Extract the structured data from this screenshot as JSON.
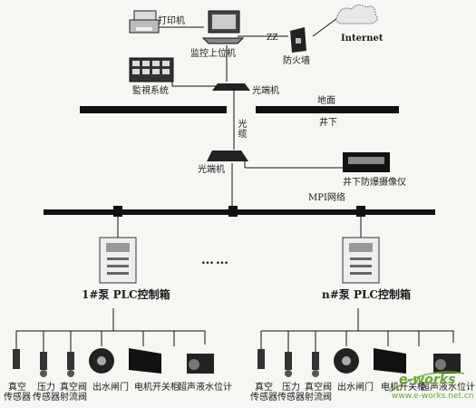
{
  "top": {
    "printer": "打印机",
    "upper_pc": "监控上位机",
    "firewall": "防火墙",
    "internet": "Internet",
    "monitor_system": "監視系统",
    "optical_top": "光端机"
  },
  "divider": {
    "ground": "地面",
    "underground": "井下",
    "fiber": "光缆"
  },
  "mid": {
    "optical_mid": "光端机",
    "detector": "井下防爆摄像仪",
    "network": "MPI网络"
  },
  "plc": {
    "box1": "1#泵 PLC控制箱",
    "boxn": "n#泵 PLC控制箱",
    "ellipsis": "……"
  },
  "devices_left": [
    "真空\n传感器",
    "压力\n传感器",
    "真空阀\n射流阀",
    "出水闸门",
    "电机开关柜",
    "超声液水位计"
  ],
  "devices_right": [
    "真空\n传感器",
    "压力\n传感器",
    "真空阀\n射流阀",
    "出水闸门",
    "电机开关柜",
    "超声液水位计"
  ],
  "watermark": {
    "brand": "e-works",
    "url": "www.e-works.net.cn"
  }
}
